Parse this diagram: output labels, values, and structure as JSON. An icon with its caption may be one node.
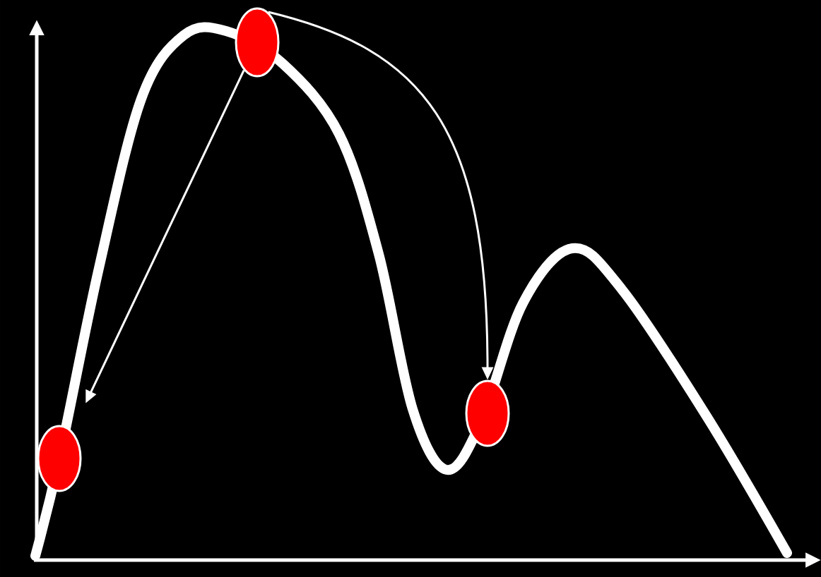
{
  "diagram": {
    "nodes": [
      {
        "text": [],
        "shape": "circle"
      },
      {
        "text": [],
        "shape": "circle"
      },
      {
        "text": [],
        "shape": "circle"
      }
    ],
    "edges": [
      {
        "from": 1,
        "to": 0,
        "arrow": "to"
      },
      {
        "from": 1,
        "to": 2,
        "arrow": "to"
      }
    ]
  }
}
